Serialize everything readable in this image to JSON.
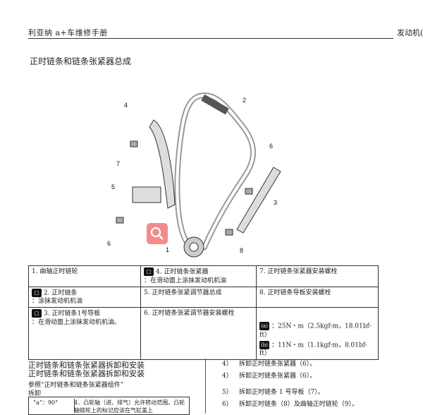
{
  "header": {
    "left": "利亚纳 a+车维修手册",
    "right": "发动机("
  },
  "title": "正时链条和链条张紧器总成",
  "diagram": {
    "callouts": [
      "1",
      "2",
      "3",
      "4",
      "5",
      "6",
      "7",
      "8"
    ],
    "torque_marks": [
      "(a)",
      "(b)"
    ]
  },
  "legend": {
    "rows": [
      [
        "1. 曲轴正时链轮",
        "4. 正时链条张紧器",
        "7. 正时链条张紧器安装螺栓"
      ],
      [
        "2. 正时链条",
        "5. 正时链条张紧调节器总成",
        "8. 正时链条导板安装螺栓"
      ],
      [
        "3. 正时链条1号导板",
        "6. 正时链条张紧调节器安装螺栓",
        ""
      ]
    ],
    "sub": {
      "r0c1": "：在滑动面上涂抹发动机机油",
      "r1c0": "：涂抹发动机机油",
      "r2c0": "：在滑动面上涂抹发动机机油。"
    },
    "torque_a": "：25N・m（2.5kgf-m，18.01bf-ft）",
    "torque_b": "：11N・m（1.1kgf-m，8.01bf-ft）"
  },
  "section": {
    "title1": "正时链条和链条张紧器拆卸和安装",
    "title2": "正时链条和链条张紧器拆卸和安装",
    "ref": "参照“正时链条和链条张紧器组件”",
    "sub": "拆卸",
    "note_a": "“a”：90°",
    "note_b": "4．凸轮轴（进、排气）允许转动范围。凸轮轴链轮上的标记应该在气缸盖上"
  },
  "steps": [
    {
      "n": "4）",
      "text": "拆卸正时链条张紧器（6）。"
    },
    {
      "n": "4）",
      "text": "拆卸正时链条张紧器（6）。"
    },
    {
      "n": "5）",
      "text": "拆卸正时链条 1 号导板（7）。"
    },
    {
      "n": "6）",
      "text": "拆卸正时链条（8）及曲轴正时链轮（9）。"
    }
  ]
}
